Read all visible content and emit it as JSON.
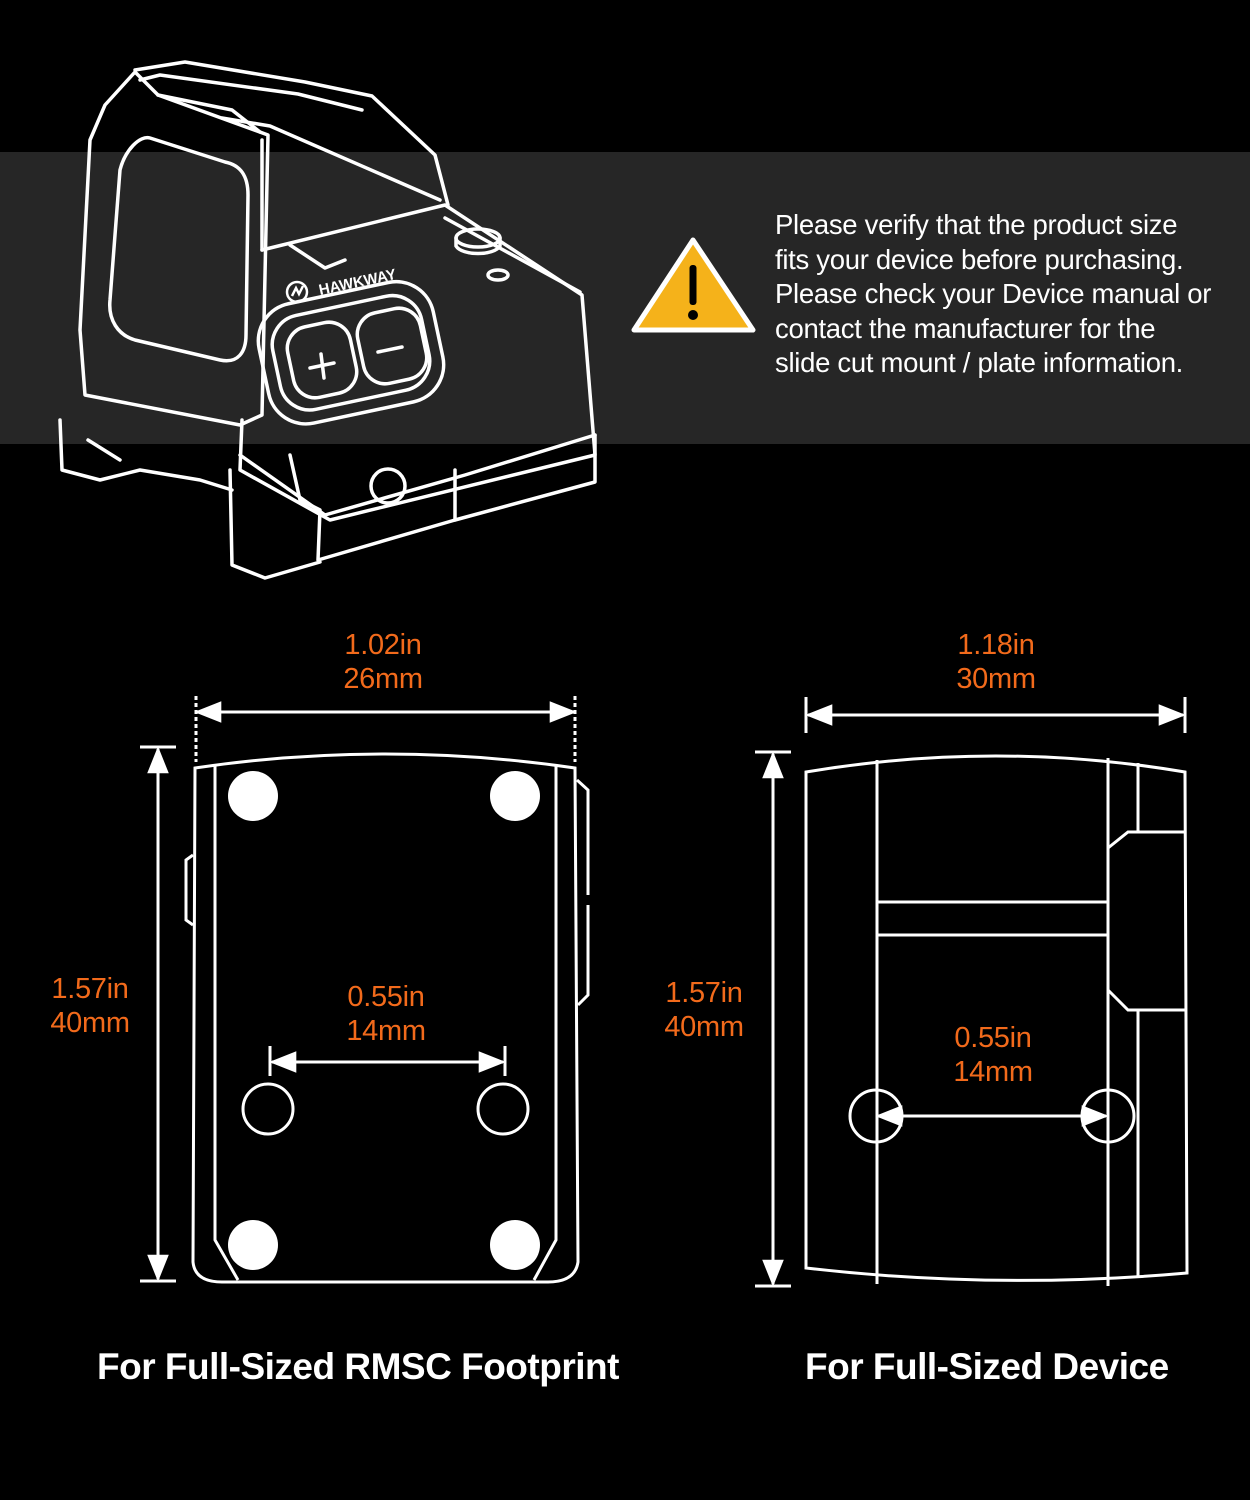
{
  "brand": "HAWKWAY",
  "icons": {
    "warning": "warning-triangle-icon",
    "plus": "plus-icon",
    "minus": "minus-icon"
  },
  "colors": {
    "background": "#000000",
    "band": "#262626",
    "dimension_text": "#f26a1b",
    "warning_fill": "#f5b21a"
  },
  "notice": {
    "lines": [
      "Please verify that the product size",
      "fits your device before purchasing.",
      "Please check your Device manual or",
      "contact the manufacturer for the",
      "slide cut mount / plate information."
    ]
  },
  "left_diagram": {
    "width_in": "1.02in",
    "width_mm": "26mm",
    "height_in": "1.57in",
    "height_mm": "40mm",
    "spacing_in": "0.55in",
    "spacing_mm": "14mm",
    "caption": "For Full-Sized RMSC Footprint"
  },
  "right_diagram": {
    "width_in": "1.18in",
    "width_mm": "30mm",
    "height_in": "1.57in",
    "height_mm": "40mm",
    "spacing_in": "0.55in",
    "spacing_mm": "14mm",
    "caption": "For Full-Sized Device"
  }
}
